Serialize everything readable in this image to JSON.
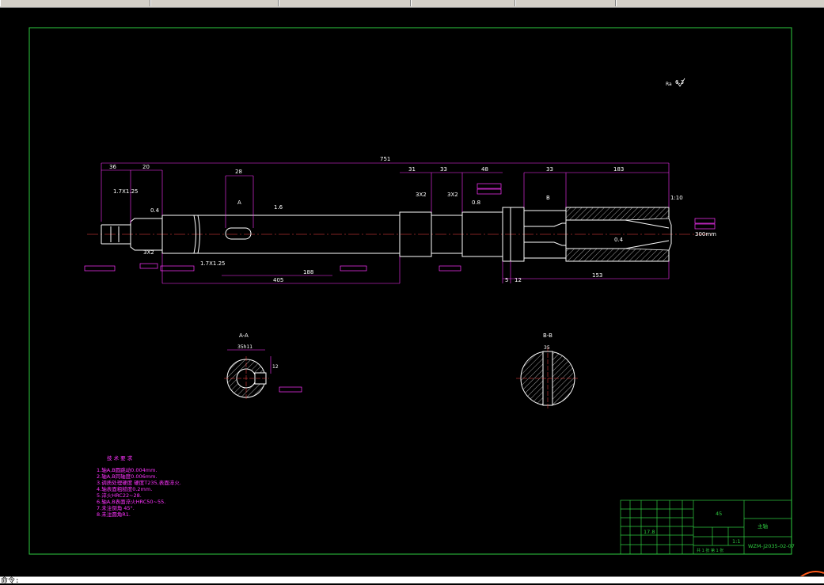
{
  "drawing": {
    "roughness_symbol": "6.3",
    "total_length": "751",
    "dims_top": {
      "d36": "36",
      "d20": "20",
      "d28": "28",
      "d31": "31",
      "d33": "33",
      "d48": "48",
      "d33b": "33",
      "d183": "183"
    },
    "dims_bottom": {
      "d405": "405",
      "d188": "188",
      "d5": "5",
      "d12": "12",
      "d153": "153"
    },
    "labels": {
      "thread_left": "1.7X1.25",
      "thread_bottom": "1.7X1.25",
      "chamfer_left": "3X2",
      "chamfer_mid1": "3X2",
      "chamfer_mid2": "3X2",
      "rough_04": "0.4",
      "rough_16": "1.6",
      "rough_08": "0.8",
      "rough_04b": "0.4",
      "section_A": "A",
      "section_B": "B",
      "taper_label": "300mm",
      "angle_label": "1:10"
    },
    "sections": {
      "aa_title": "A-A",
      "aa_width": "35h11",
      "aa_depth": "12",
      "bb_title": "B-B",
      "bb_dim": "35"
    },
    "notes": {
      "title": "技 术 要 求",
      "items": [
        "1.轴A,B圆跳动0.004mm.",
        "2.轴A,B同轴度0.006mm.",
        "3.调质处理硬度 硬度T235,表面淬火.",
        "4.轴表面粗糙度0.2mm.",
        "5.淬火HRC22~28.",
        "6.轴A,B表面淬火HRC50~55.",
        "7.未注倒角 45°.",
        "8.未注圆角R1."
      ]
    },
    "title_block": {
      "material": "45",
      "part_name": "主轴",
      "scale": "1:1",
      "drawing_no": "WZM-J2035-02-07",
      "sheet": "共 1 张 第 1 张",
      "weight": "17.8"
    }
  },
  "statusbar": {
    "command_text": "命令:"
  }
}
